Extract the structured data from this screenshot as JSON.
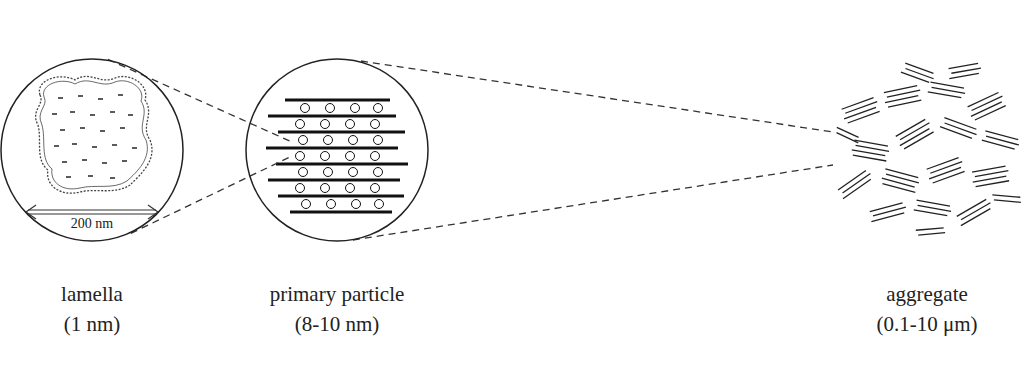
{
  "diagram": {
    "nodes": [
      {
        "text": [
          "200 nm",
          "lamella",
          "(1 nm)"
        ]
      },
      {
        "text": [
          "primary particle",
          "(8-10 nm)"
        ]
      }
    ],
    "edges": [
      {
        "from": 0,
        "to": 1,
        "arrow": "none"
      }
    ],
    "labels": [
      "aggregate",
      "(0.1-10 μm)"
    ]
  }
}
